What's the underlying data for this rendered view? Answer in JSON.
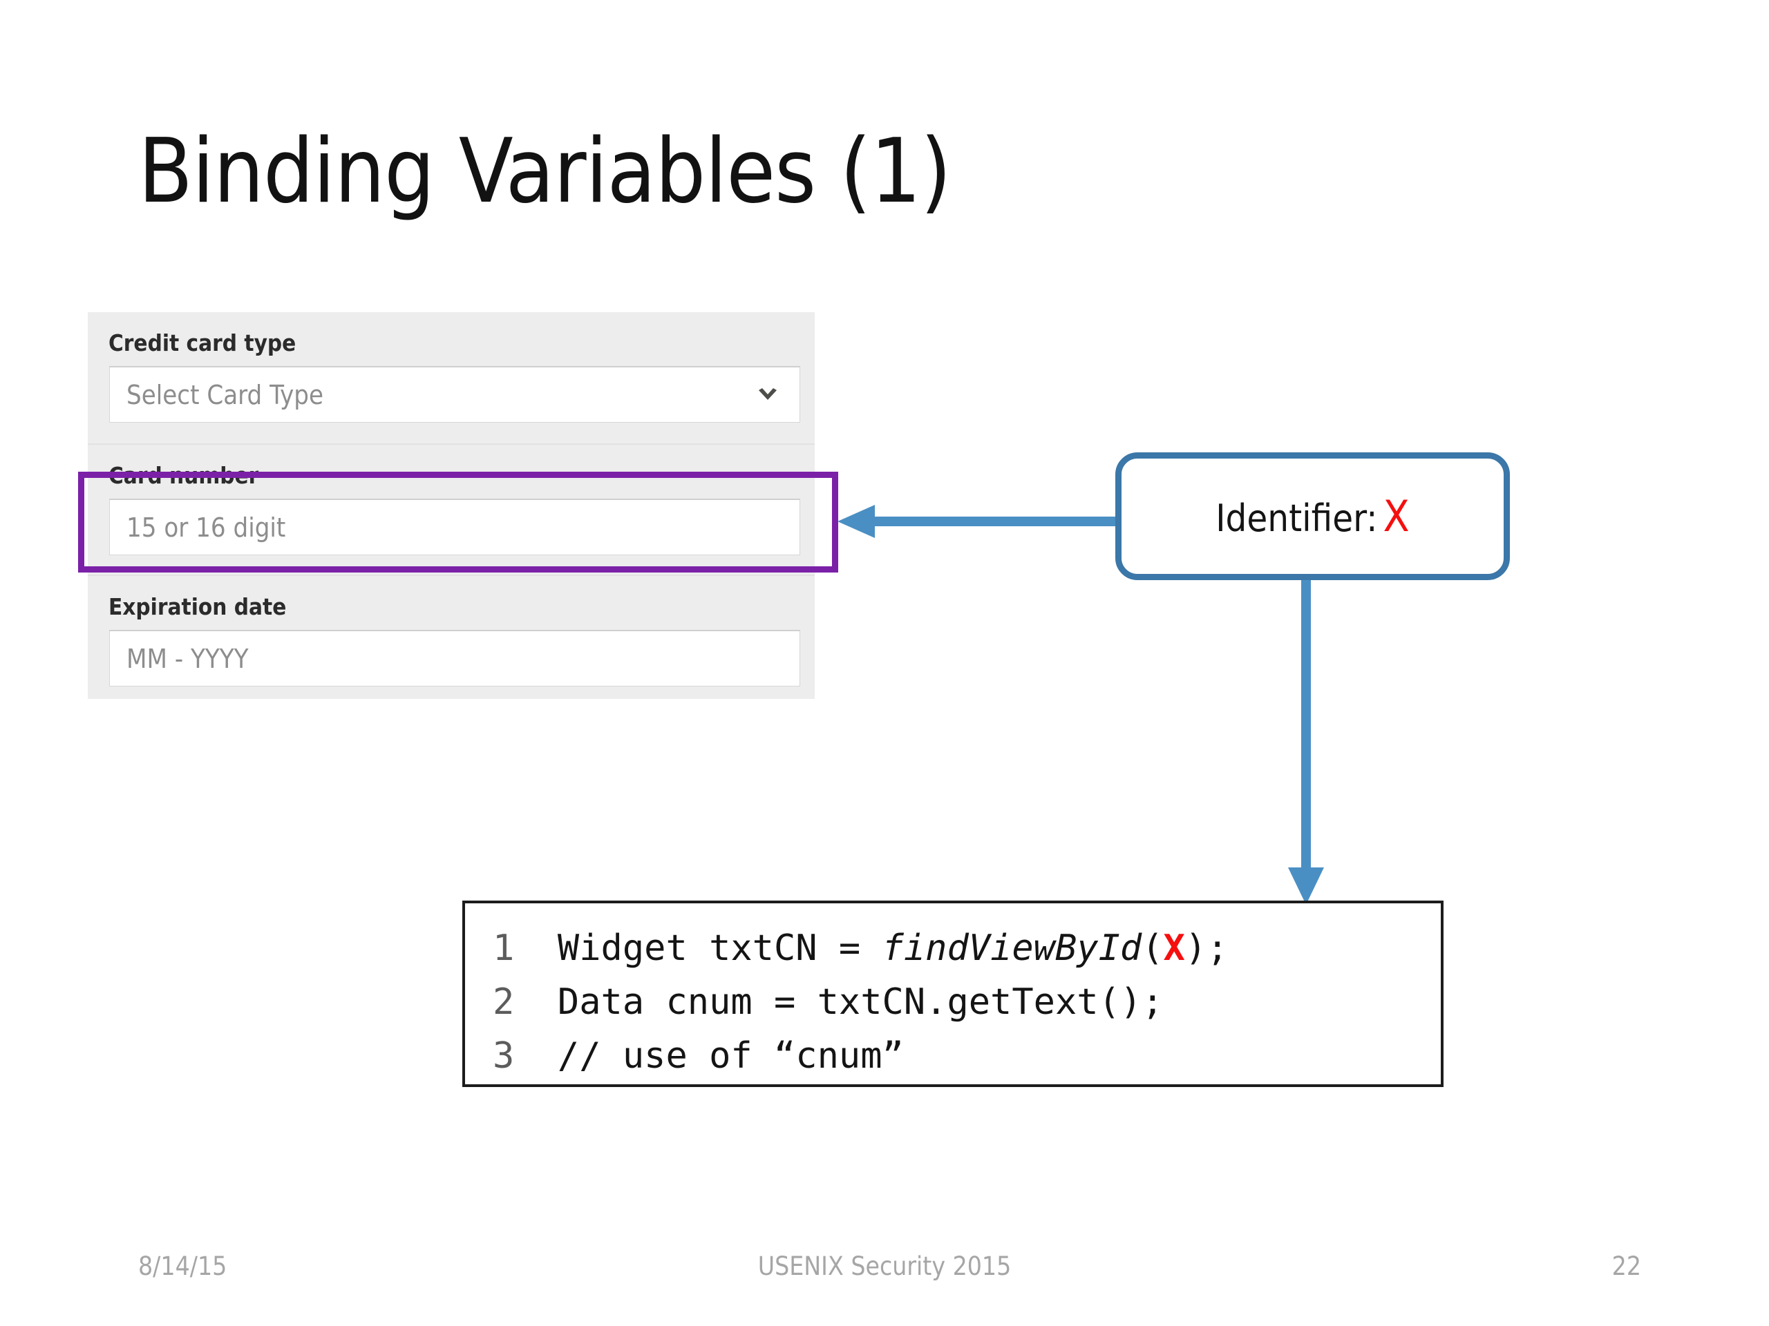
{
  "slide": {
    "title": "Binding Variables (1)"
  },
  "form": {
    "groups": [
      {
        "label": "Credit card type",
        "placeholder": "Select Card Type",
        "icon": "chevron-down-icon",
        "has_icon": true
      },
      {
        "label": "Card number",
        "placeholder": "15 or 16 digit",
        "has_icon": false,
        "highlighted": true
      },
      {
        "label": "Expiration date",
        "placeholder": "MM - YYYY",
        "has_icon": false
      }
    ],
    "highlight_color": "#7B21A8",
    "panel_color": "#ededed"
  },
  "callout": {
    "label": "Identifier:",
    "identifier": "X",
    "border_color": "#3B77A8",
    "identifier_color": "#F50F0F"
  },
  "arrows": {
    "color": "#4A8FC4",
    "to_field_name": "arrow-to-card-number",
    "to_code_name": "arrow-to-code"
  },
  "code": {
    "lines": [
      {
        "number": "1",
        "parts": [
          {
            "text": "Widget txtCN = ",
            "style": "plain"
          },
          {
            "text": "findViewById",
            "style": "italic"
          },
          {
            "text": "(",
            "style": "plain"
          },
          {
            "text": "X",
            "style": "red"
          },
          {
            "text": ");",
            "style": "plain"
          }
        ],
        "plain": "1  Widget txtCN = findViewById(X);"
      },
      {
        "number": "2",
        "parts": [
          {
            "text": "Data cnum = txtCN.getText();",
            "style": "plain"
          }
        ],
        "plain": "2  Data cnum = txtCN.getText();"
      },
      {
        "number": "3",
        "parts": [
          {
            "text": "// use of “cnum”",
            "style": "plain"
          }
        ],
        "plain": "3  // use of “cnum”"
      }
    ]
  },
  "footer": {
    "date": "8/14/15",
    "center": "USENIX Security 2015",
    "page": "22"
  }
}
